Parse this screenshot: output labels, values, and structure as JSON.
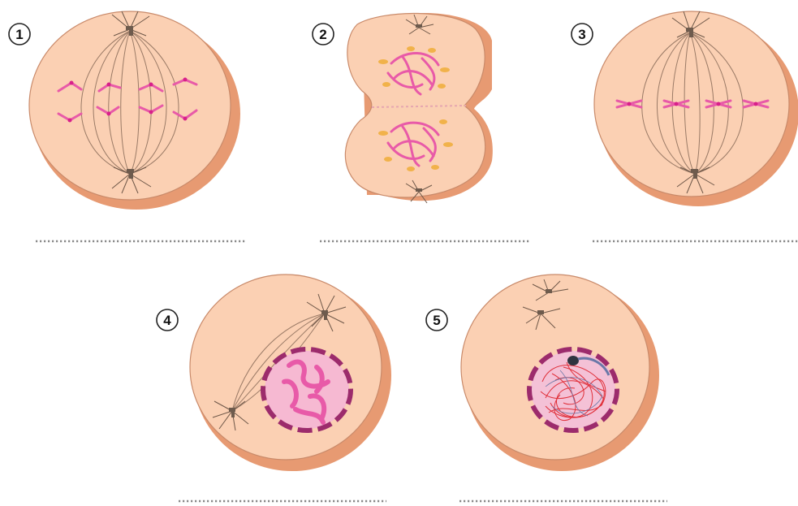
{
  "figure": {
    "panels": [
      {
        "number": "1"
      },
      {
        "number": "2"
      },
      {
        "number": "3"
      },
      {
        "number": "4"
      },
      {
        "number": "5"
      }
    ]
  },
  "colors": {
    "cytoplasm": "#fbd0b3",
    "cell_rim": "#e79a72",
    "chromosome": "#e85aa8",
    "centromere": "#d8208a",
    "nuclear_envelope": "#9c2b6c",
    "chromatin": "#e0303a",
    "nucleolus": "#2f3440",
    "spindle": "#9a7a66"
  }
}
